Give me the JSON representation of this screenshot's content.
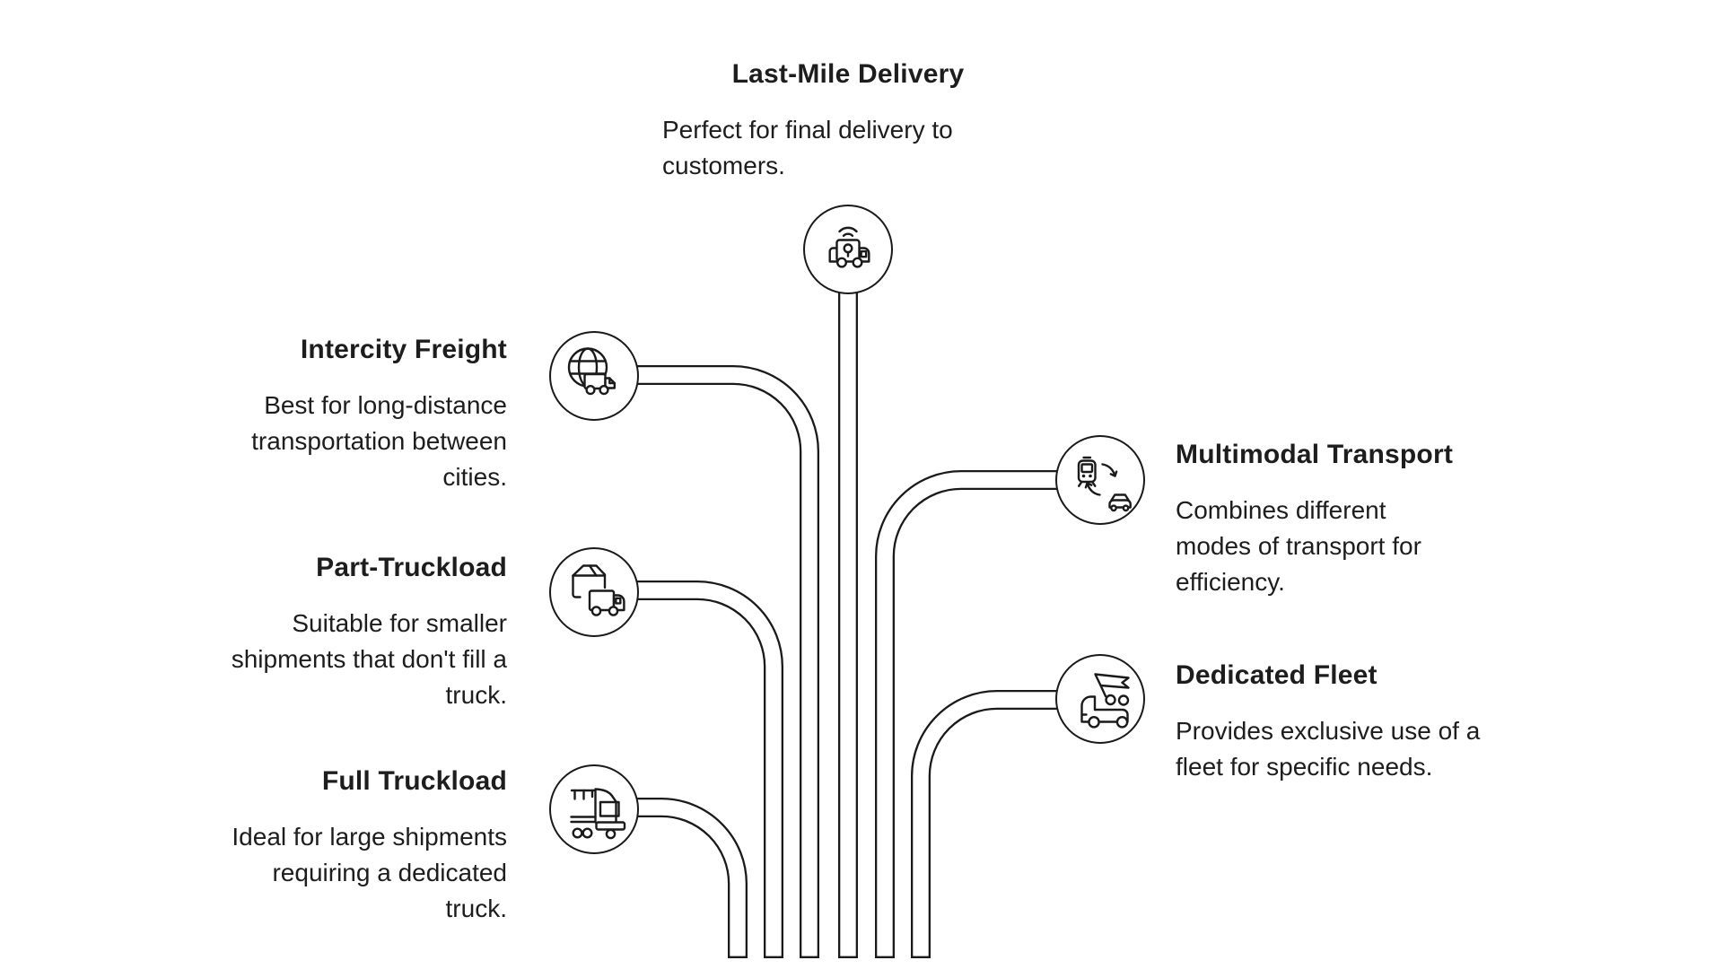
{
  "diagram": {
    "background_color": "#ffffff",
    "line_color": "#1a1a1a",
    "text_color": "#1d1d1d",
    "nodes": [
      {
        "id": "last-mile-delivery",
        "title": "Last-Mile Delivery",
        "description_lines": [
          "Perfect for final delivery to",
          "customers."
        ],
        "icon": "smart-delivery-truck-icon",
        "position": "top"
      },
      {
        "id": "intercity-freight",
        "title": "Intercity Freight",
        "description_lines": [
          "Best for long-distance",
          "transportation between",
          "cities."
        ],
        "icon": "globe-truck-icon",
        "position": "left"
      },
      {
        "id": "part-truckload",
        "title": "Part-Truckload",
        "description_lines": [
          "Suitable for smaller",
          "shipments that don't fill a",
          "truck."
        ],
        "icon": "parcel-truck-icon",
        "position": "left"
      },
      {
        "id": "full-truckload",
        "title": "Full Truckload",
        "description_lines": [
          "Ideal for large shipments",
          "requiring a dedicated",
          "truck."
        ],
        "icon": "semi-truck-icon",
        "position": "left"
      },
      {
        "id": "multimodal-transport",
        "title": "Multimodal Transport",
        "description_lines": [
          "Combines different",
          "modes of transport for",
          "efficiency."
        ],
        "icon": "train-car-exchange-icon",
        "position": "right"
      },
      {
        "id": "dedicated-fleet",
        "title": "Dedicated Fleet",
        "description_lines": [
          "Provides exclusive use of a",
          "fleet for specific needs."
        ],
        "icon": "fleet-truck-flag-icon",
        "position": "right"
      }
    ]
  }
}
